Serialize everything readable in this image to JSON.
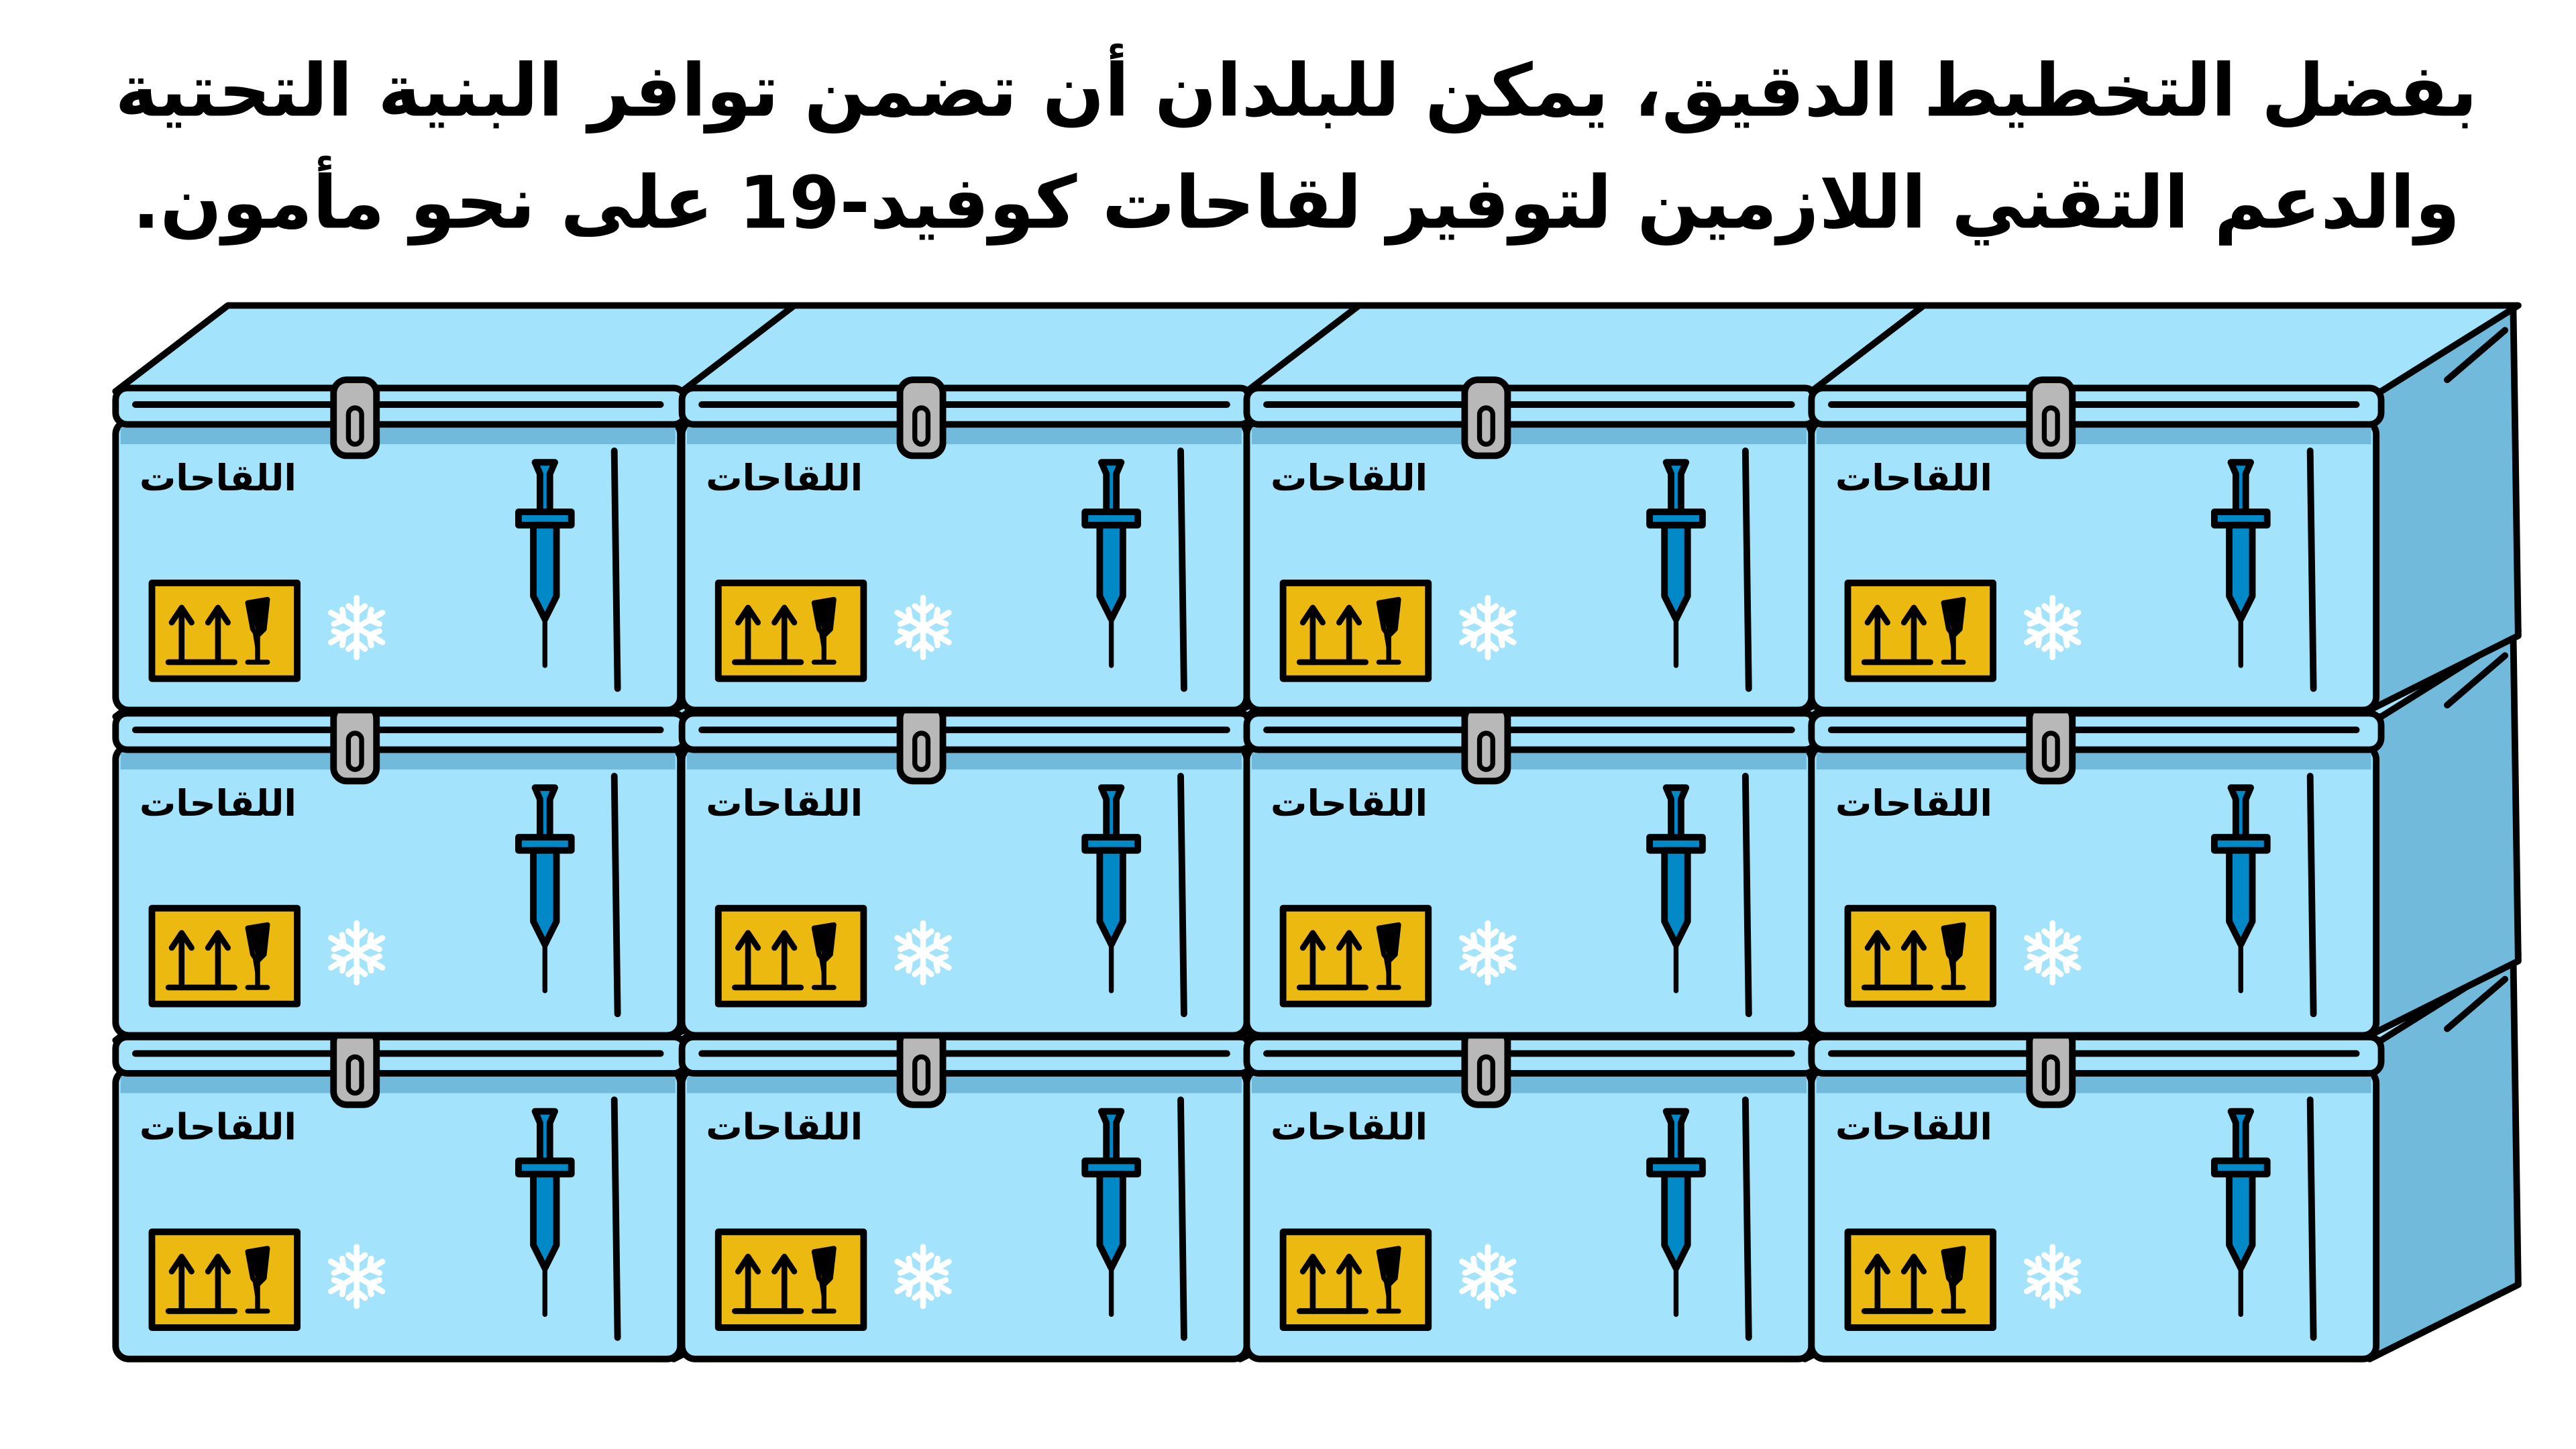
{
  "caption": {
    "line1": "بفضل التخطيط الدقيق، يمكن للبلدان أن تضمن توافر البنية التحتية",
    "line2": "والدعم التقني اللازمين لتوفير لقاحات كوفيد-19 على نحو مأمون."
  },
  "boxes": {
    "rows": 3,
    "columns": 4,
    "label": "اللقاحات",
    "icons": [
      "syringe-icon",
      "snowflake-icon",
      "this-way-up-icon",
      "fragile-icon",
      "latch-icon"
    ]
  },
  "colors": {
    "front": "#A3E3FB",
    "shade": "#72BADB",
    "syringe": "#0088C7",
    "warning_label": "#EBB90F",
    "latch": "#B8B8B8",
    "outline": "#000000"
  }
}
